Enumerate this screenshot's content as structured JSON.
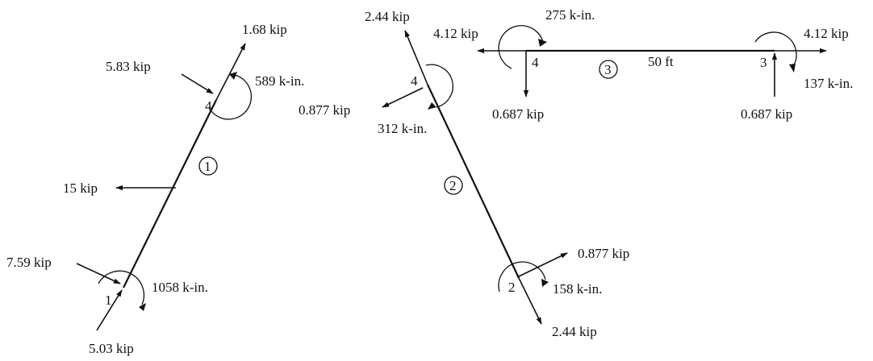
{
  "diagram": {
    "member1": {
      "id": "1",
      "loads": {
        "end_axial_top": "1.68 kip",
        "shear_top": "5.83 kip",
        "moment_top": "589 k-in.",
        "mid_load": "15 kip",
        "shear_bottom": "7.59 kip",
        "moment_bottom": "1058 k-in.",
        "axial_bottom": "5.03 kip"
      },
      "node_top": "4",
      "node_bottom": "1"
    },
    "member2": {
      "id": "2",
      "loads": {
        "axial_top": "2.44 kip",
        "shear_top": "0.877 kip",
        "moment_top": "312 k-in.",
        "shear_bottom": "0.877 kip",
        "moment_bottom": "158 k-in.",
        "axial_bottom": "2.44 kip"
      },
      "node_top": "4",
      "node_bottom": "2"
    },
    "member3": {
      "id": "3",
      "length": "50 ft",
      "loads": {
        "axial_left": "4.12 kip",
        "moment_left": "275 k-in.",
        "shear_left": "0.687 kip",
        "axial_right": "4.12 kip",
        "moment_right": "137 k-in.",
        "shear_right": "0.687 kip"
      },
      "node_left": "4",
      "node_right": "3"
    }
  }
}
